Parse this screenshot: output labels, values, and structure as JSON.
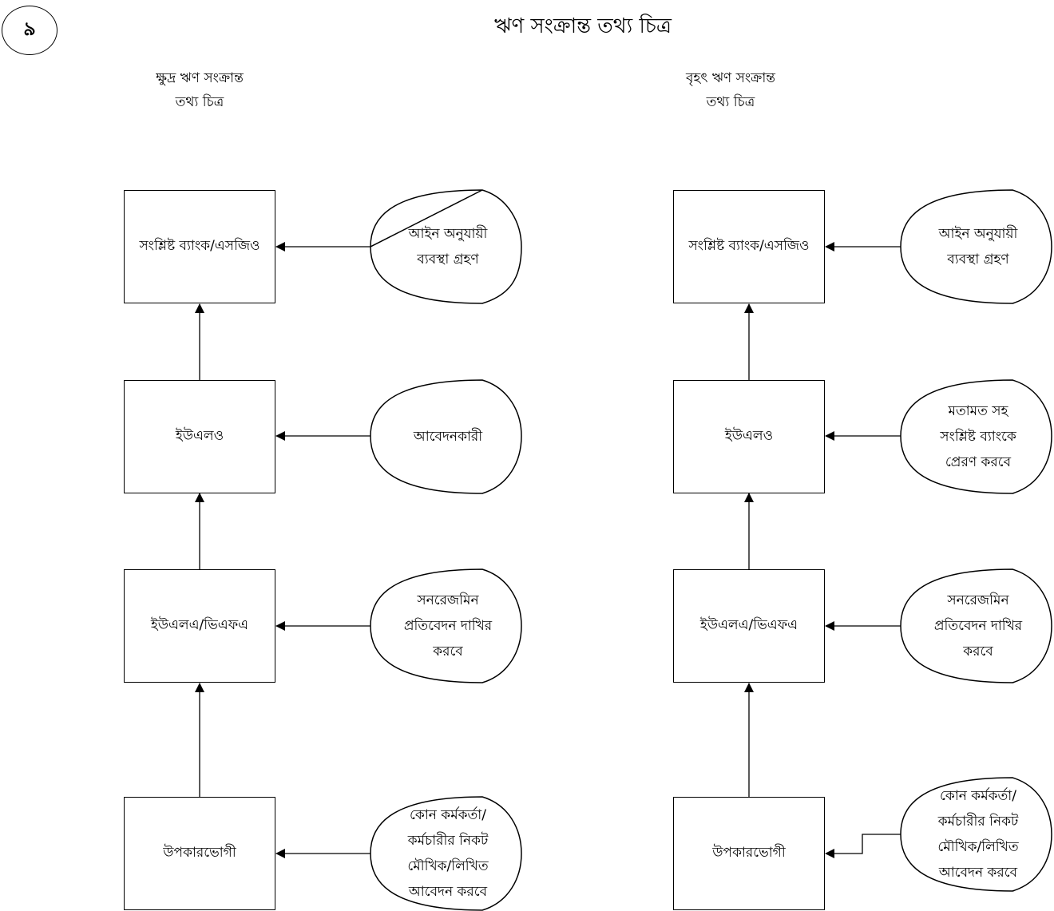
{
  "page_number": "৯",
  "title": "ঋণ সংক্রান্ত তথ্য চিত্র",
  "left": {
    "subtitle_line1": "ক্ষুদ্র ঋণ সংক্রান্ত",
    "subtitle_line2": "তথ্য চিত্র",
    "boxes": [
      "সংশ্লিষ্ট ব্যাংক/এসজিও",
      "ইউএলও",
      "ইউএলএ/ভিএফএ",
      "উপকারভোগী"
    ],
    "notes": [
      "আইন অনুযায়ী\nব্যবস্থা গ্রহণ",
      "আবেদনকারী",
      "সনরেজমিন\nপ্রতিবেদন দাখির\nকরবে",
      "কোন কর্মকর্তা/\nকর্মচারীর নিকট\nমৌখিক/লিখিত\nআবেদন করবে"
    ]
  },
  "right": {
    "subtitle_line1": "বৃহৎ ঋণ সংক্রান্ত",
    "subtitle_line2": "তথ্য চিত্র",
    "boxes": [
      "সংশ্লিষ্ট ব্যাংক/এসজিও",
      "ইউএলও",
      "ইউএলএ/ভিএফএ",
      "উপকারভোগী"
    ],
    "notes": [
      "আইন অনুযায়ী\nব্যবস্থা গ্রহণ",
      "মতামত সহ\nসংশ্লিষ্ট ব্যাংকে\nপ্রেরণ করবে",
      "সনরেজমিন\nপ্রতিবেদন দাখির\nকরবে",
      "কোন কর্মকর্তা/\nকর্মচারীর নিকট\nমৌখিক/লিখিত\nআবেদন করবে"
    ]
  }
}
